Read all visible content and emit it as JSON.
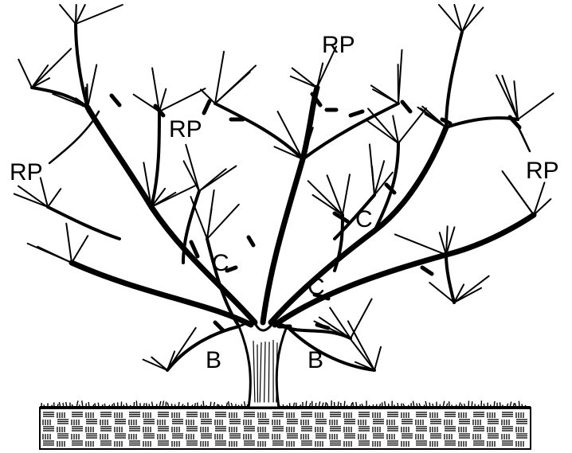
{
  "labels": {
    "rp_top": "RP",
    "rp_left": "RP",
    "rp_inner": "RP",
    "rp_right": "RP",
    "c_right": "C",
    "c_left": "C",
    "c_lower": "C",
    "b_left": "B",
    "b_right": "B"
  },
  "colors": {
    "ink": "#000000",
    "paper": "#ffffff"
  }
}
